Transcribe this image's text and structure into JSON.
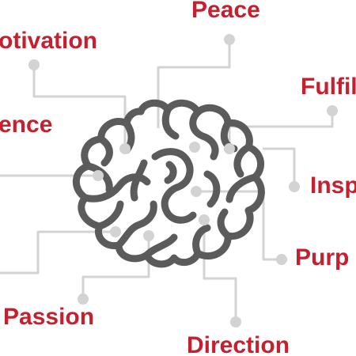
{
  "colors": {
    "accent": "#c4202f",
    "connector": "#d3d3d3",
    "brain_outline": "#5b5b5b"
  },
  "icon": "brain-icon",
  "labels": {
    "peace": "Peace",
    "motivation": "otivation",
    "fulfillment": "Fulfil",
    "confidence": "ence",
    "inspiration": "Insp",
    "purpose": "Purp",
    "passion": "Passion",
    "direction": "Direction"
  }
}
